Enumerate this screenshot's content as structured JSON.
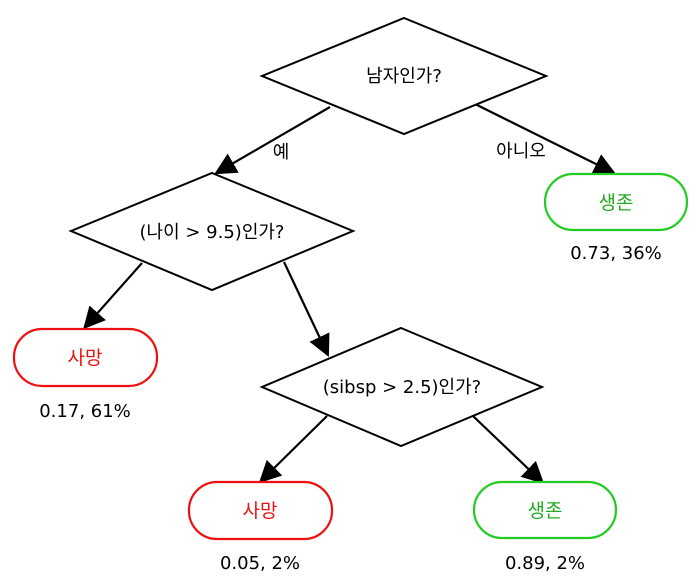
{
  "nodes": {
    "root": {
      "label": "남자인가?"
    },
    "age": {
      "label": "(나이 > 9.5)인가?"
    },
    "sibsp": {
      "label": "(sibsp > 2.5)인가?"
    }
  },
  "leaves": {
    "survive_top": {
      "label": "생존",
      "stat": "0.73, 36%"
    },
    "death_mid": {
      "label": "사망",
      "stat": "0.17, 61%"
    },
    "death_bottom": {
      "label": "사망",
      "stat": "0.05, 2%"
    },
    "survive_bottom": {
      "label": "생존",
      "stat": "0.89, 2%"
    }
  },
  "edges": {
    "yes": "예",
    "no": "아니오"
  },
  "colors": {
    "survive": "#22cc22",
    "death": "#ee1111",
    "line": "#000000"
  }
}
